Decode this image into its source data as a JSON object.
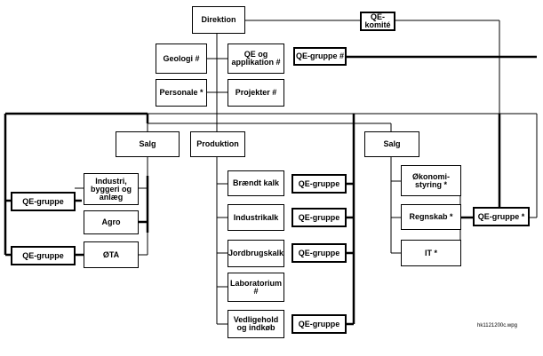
{
  "top": {
    "direktion": "Direktion",
    "qe_komite": "QE-komité"
  },
  "staff": {
    "geologi": "Geologi #",
    "qe_applikation": "QE og\napplikation #",
    "qe_gruppe": "QE-gruppe #",
    "personale": "Personale *",
    "projekter": "Projekter #"
  },
  "left_division": {
    "title": "Salg",
    "units": [
      "Industri,\nbyggeri og\nanlæg",
      "Agro",
      "ØTA"
    ],
    "qe_groups": [
      "QE-gruppe",
      "QE-gruppe"
    ]
  },
  "production": {
    "title": "Produktion",
    "units": [
      "Brændt kalk",
      "Industrikalk",
      "Jordbrugskalk",
      "Laboratorium\n#",
      "Vedligehold\nog indkøb"
    ],
    "qe_groups": [
      "QE-gruppe",
      "QE-gruppe",
      "QE-gruppe",
      "QE-gruppe"
    ]
  },
  "right_division": {
    "title": "Salg",
    "units": [
      "Økonomi-\nstyring *",
      "Regnskab *",
      "IT *"
    ],
    "qe_group": "QE-gruppe *"
  },
  "footer_code": "hk1121200c.wpg"
}
